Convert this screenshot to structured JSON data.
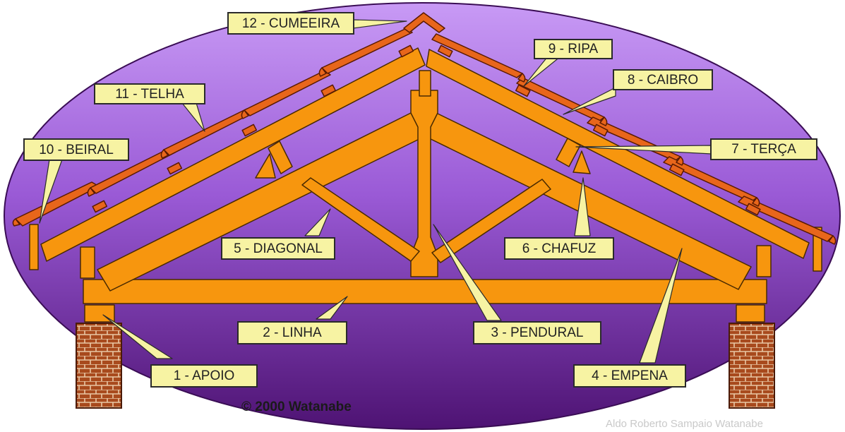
{
  "labels": {
    "cumeeira": "12 - CUMEEIRA",
    "ripa": "9 - RIPA",
    "caibro": "8 - CAIBRO",
    "telha": "11 - TELHA",
    "beiral": "10 - BEIRAL",
    "terca": "7 - TERÇA",
    "diagonal": "5 - DIAGONAL",
    "chafuz": "6 - CHAFUZ",
    "linha": "2 - LINHA",
    "pendural": "3 - PENDURAL",
    "apoio": "1 - APOIO",
    "empena": "4 - EMPENA"
  },
  "copyright": "© 2000 Watanabe",
  "watermark": "Aldo Roberto Sampaio Watanabe",
  "colors": {
    "ellipse_top": "#b98af0",
    "ellipse_bottom": "#54157a",
    "timber": "#f7960e",
    "tile": "#e8661b",
    "label_bg": "#f7f3a3",
    "outline": "#2a2a2a",
    "brick": "#a0441c"
  }
}
